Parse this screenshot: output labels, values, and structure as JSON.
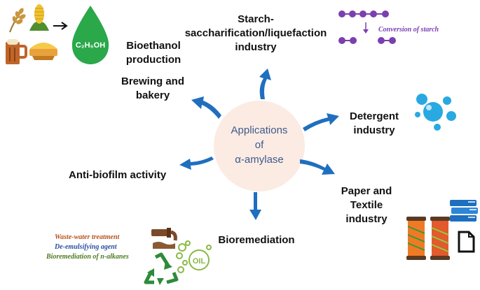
{
  "center": {
    "line1": "Applications",
    "line2": "of",
    "line3": "α-amylase"
  },
  "branches": {
    "starch": {
      "line1": "Starch-",
      "line2": "saccharification/liquefaction",
      "line3": "industry"
    },
    "bioethanol": {
      "line1": "Bioethanol",
      "line2": "production"
    },
    "brewing": {
      "line1": "Brewing and",
      "line2": "bakery"
    },
    "detergent": {
      "line1": "Detergent",
      "line2": "industry"
    },
    "antibiofilm": {
      "line1": "Anti-biofilm activity"
    },
    "paper": {
      "line1": "Paper and",
      "line2": "Textile",
      "line3": "industry"
    },
    "bioremediation": {
      "line1": "Bioremediation"
    }
  },
  "annotations": {
    "conversion": "Conversion of starch",
    "formula": "C₂H₅OH",
    "oil": "OIL",
    "waste": [
      "Waste-water treatment",
      "De-emulsifying agent",
      "Bioremediation of n-alkanes"
    ]
  },
  "colors": {
    "arrow": "#1f6fbf",
    "center_bg": "#fbebe3",
    "center_text": "#3e5a8c",
    "drop_green": "#2aa84a",
    "bubbles": "#29a9e1",
    "molecule": "#7b3fb0",
    "waste1": "#b5541c",
    "waste2": "#2b4fa0",
    "waste3": "#4d7a1f"
  },
  "icons": [
    "wheat-icon",
    "corn-icon",
    "beer-mug-icon",
    "pie-icon",
    "arrow-right-icon",
    "ethanol-drop-icon",
    "molecule-chain-icon",
    "bubbles-icon",
    "thread-spools-icon",
    "books-icon",
    "document-icon",
    "sewage-pipe-icon",
    "recycle-icon",
    "oil-bubbles-icon"
  ]
}
